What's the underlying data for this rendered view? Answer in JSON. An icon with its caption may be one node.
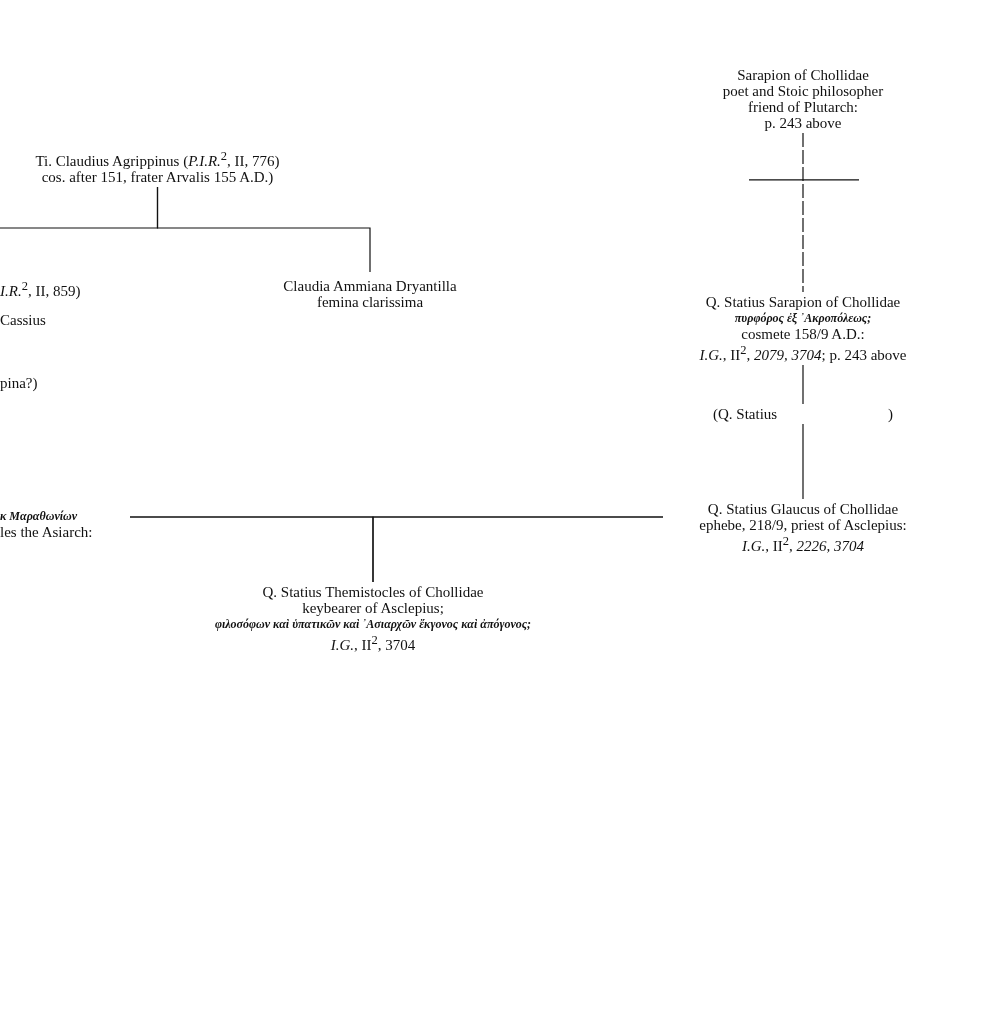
{
  "diagram": {
    "nodes": [
      {
        "text": [
          "Sarapion of Chollidae",
          "poet and Stoic philosopher",
          "friend of Plutarch:",
          "p. 243 above"
        ]
      },
      {
        "text": [
          "Ti. Claudius Agrippinus (*P.I.R.*$^{2}$, II, 776)",
          "cos. after 151, frater Arvalis 155 A.D.)"
        ]
      },
      {
        "text": [
          "Claudia Ammiana Dryantilla",
          "femina clarissima"
        ]
      },
      {
        "text": [
          "κ Μαραθωνίων",
          "les the Asiarch:"
        ]
      },
      {
        "text": [
          "Q. Statius Sarapion of Chollidae",
          "πυρφόρος ἐξ ᾿Ακροπόλεως;",
          "cosmete 158/9 A.D.:",
          "*I.G.*, II$^{2}$, *2079, 3704*; p. 243 above"
        ]
      },
      {
        "text": [
          "(Q. Statius",
          ")"
        ]
      },
      {
        "text": [
          "Q. Statius Glaucus of Chollidae",
          "ephebe, 218/9, priest of Asclepius:",
          "*I.G.*, II$^{2}$, *2226, 3704*"
        ]
      },
      {
        "text": [
          "Q. Statius Themistocles of Chollidae",
          "keybearer of Asclepius;",
          "φιλοσόφων καὶ ὑπατικῶν καὶ ᾿Ασιαρχῶν ἔκγονος καὶ ἀπόγονος;",
          "*I.G.*, II$^{2}$, 3704"
        ]
      }
    ],
    "edges": [
      {
        "from": 0,
        "to": 4,
        "arrow": "none",
        "style": "dashed"
      },
      {
        "from": 4,
        "to": 5,
        "arrow": "none"
      },
      {
        "from": 5,
        "to": 6,
        "arrow": "none"
      },
      {
        "from": 1,
        "to": 2,
        "arrow": "none"
      },
      {
        "from": 1,
        "to": null,
        "arrow": "none"
      },
      {
        "from": 3,
        "to": 6,
        "arrow": "none"
      },
      {
        "from": 3,
        "to": 7,
        "arrow": "none"
      },
      {
        "from": 6,
        "to": 7,
        "arrow": "none"
      }
    ],
    "labels": [
      "*I.R.*$^{2}$, II, 859)",
      "Cassius",
      "pina?)"
    ]
  }
}
